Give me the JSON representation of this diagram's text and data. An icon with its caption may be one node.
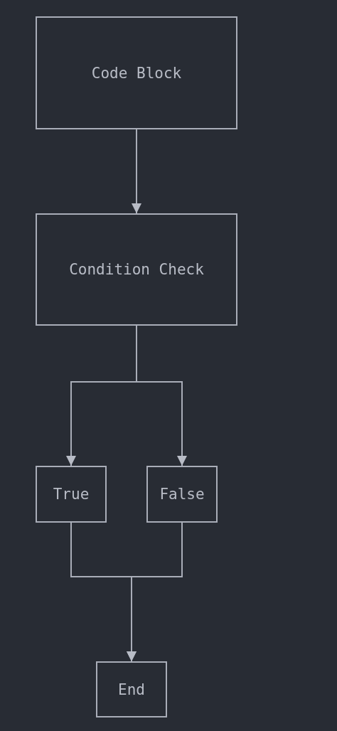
{
  "diagram": {
    "nodes": [
      {
        "text": [
          "Code Block"
        ]
      },
      {
        "text": [
          "Condition Check"
        ]
      },
      {
        "text": [
          "True"
        ]
      },
      {
        "text": [
          "False"
        ]
      },
      {
        "text": [
          "End"
        ]
      }
    ],
    "edges": [
      {
        "from": 0,
        "to": 1,
        "arrow": "to"
      },
      {
        "from": 1,
        "to": 2,
        "arrow": "to"
      },
      {
        "from": 1,
        "to": 3,
        "arrow": "to"
      },
      {
        "from": 2,
        "to": 4,
        "arrow": "to"
      },
      {
        "from": 3,
        "to": 4,
        "arrow": "to"
      }
    ]
  }
}
